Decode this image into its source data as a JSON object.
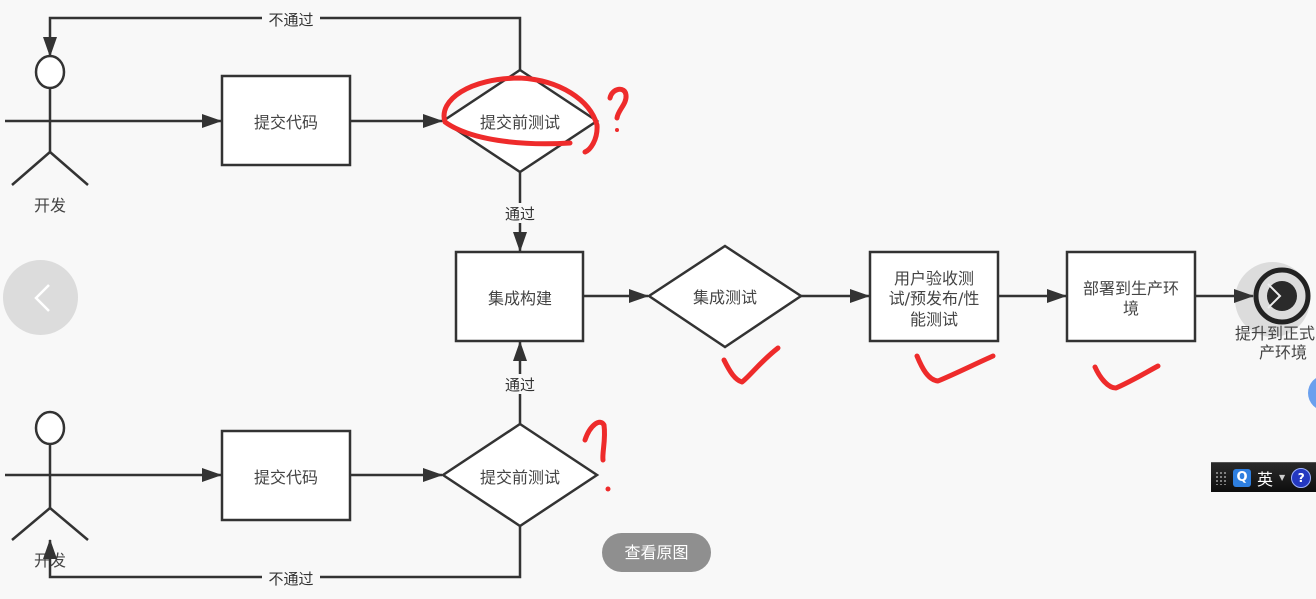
{
  "diagram": {
    "title": "CI/CD flow",
    "actors": [
      {
        "id": "dev_top",
        "label": "开发"
      },
      {
        "id": "dev_bottom",
        "label": "开发"
      }
    ],
    "nodes": [
      {
        "id": "commit_top",
        "type": "process",
        "label": "提交代码"
      },
      {
        "id": "pretest_top",
        "type": "decision",
        "label": "提交前测试"
      },
      {
        "id": "commit_bottom",
        "type": "process",
        "label": "提交代码"
      },
      {
        "id": "pretest_bottom",
        "type": "decision",
        "label": "提交前测试"
      },
      {
        "id": "build",
        "type": "process",
        "label": "集成构建"
      },
      {
        "id": "itest",
        "type": "decision",
        "label": "集成测试"
      },
      {
        "id": "uat",
        "type": "process",
        "label_lines": [
          "用户验收测",
          "试/预发布/性",
          "能测试"
        ]
      },
      {
        "id": "deploy",
        "type": "process",
        "label_lines": [
          "部署到生产环",
          "境"
        ]
      },
      {
        "id": "promote",
        "type": "end",
        "label_lines": [
          "提升到正式",
          "产环境"
        ]
      }
    ],
    "edge_labels": {
      "fail": "不通过",
      "pass": "通过"
    },
    "annotations": {
      "question_mark": "?",
      "check_mark": "✓",
      "color": "#ee2b2b"
    }
  },
  "viewer": {
    "view_original_label": "查看原图",
    "prev_icon": "chevron-left-icon",
    "next_icon": "chevron-right-icon"
  },
  "ime": {
    "language": "英",
    "logo": "Q",
    "help": "?"
  },
  "colors": {
    "stroke": "#333333",
    "background": "#f8f8f8",
    "node_fill": "#ffffff",
    "annotation_red": "#ee2b2b"
  }
}
